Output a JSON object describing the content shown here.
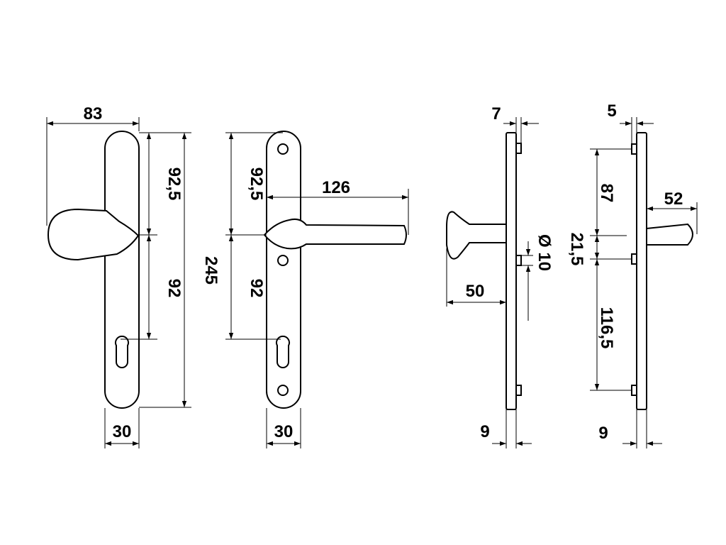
{
  "dimensions": {
    "knob_width": "83",
    "knob_top_to_center": "92,5",
    "knob_center_to_keyhole": "92",
    "plate_length": "245",
    "knob_plate_width": "30",
    "lever_top_to_center": "92,5",
    "lever_center_to_keyhole": "92",
    "lever_length": "126",
    "lever_plate_width": "30",
    "knob_side_stud": "7",
    "knob_side_hole_diameter": "Ø 10",
    "knob_projection": "50",
    "knob_side_plate_thickness": "9",
    "lever_side_stud": "5",
    "lever_side_upper": "87",
    "lever_side_middle": "21,5",
    "lever_side_lower": "116,5",
    "lever_projection": "52",
    "lever_side_plate_thickness": "9"
  },
  "colors": {
    "line": "#000000",
    "background": "#ffffff"
  }
}
